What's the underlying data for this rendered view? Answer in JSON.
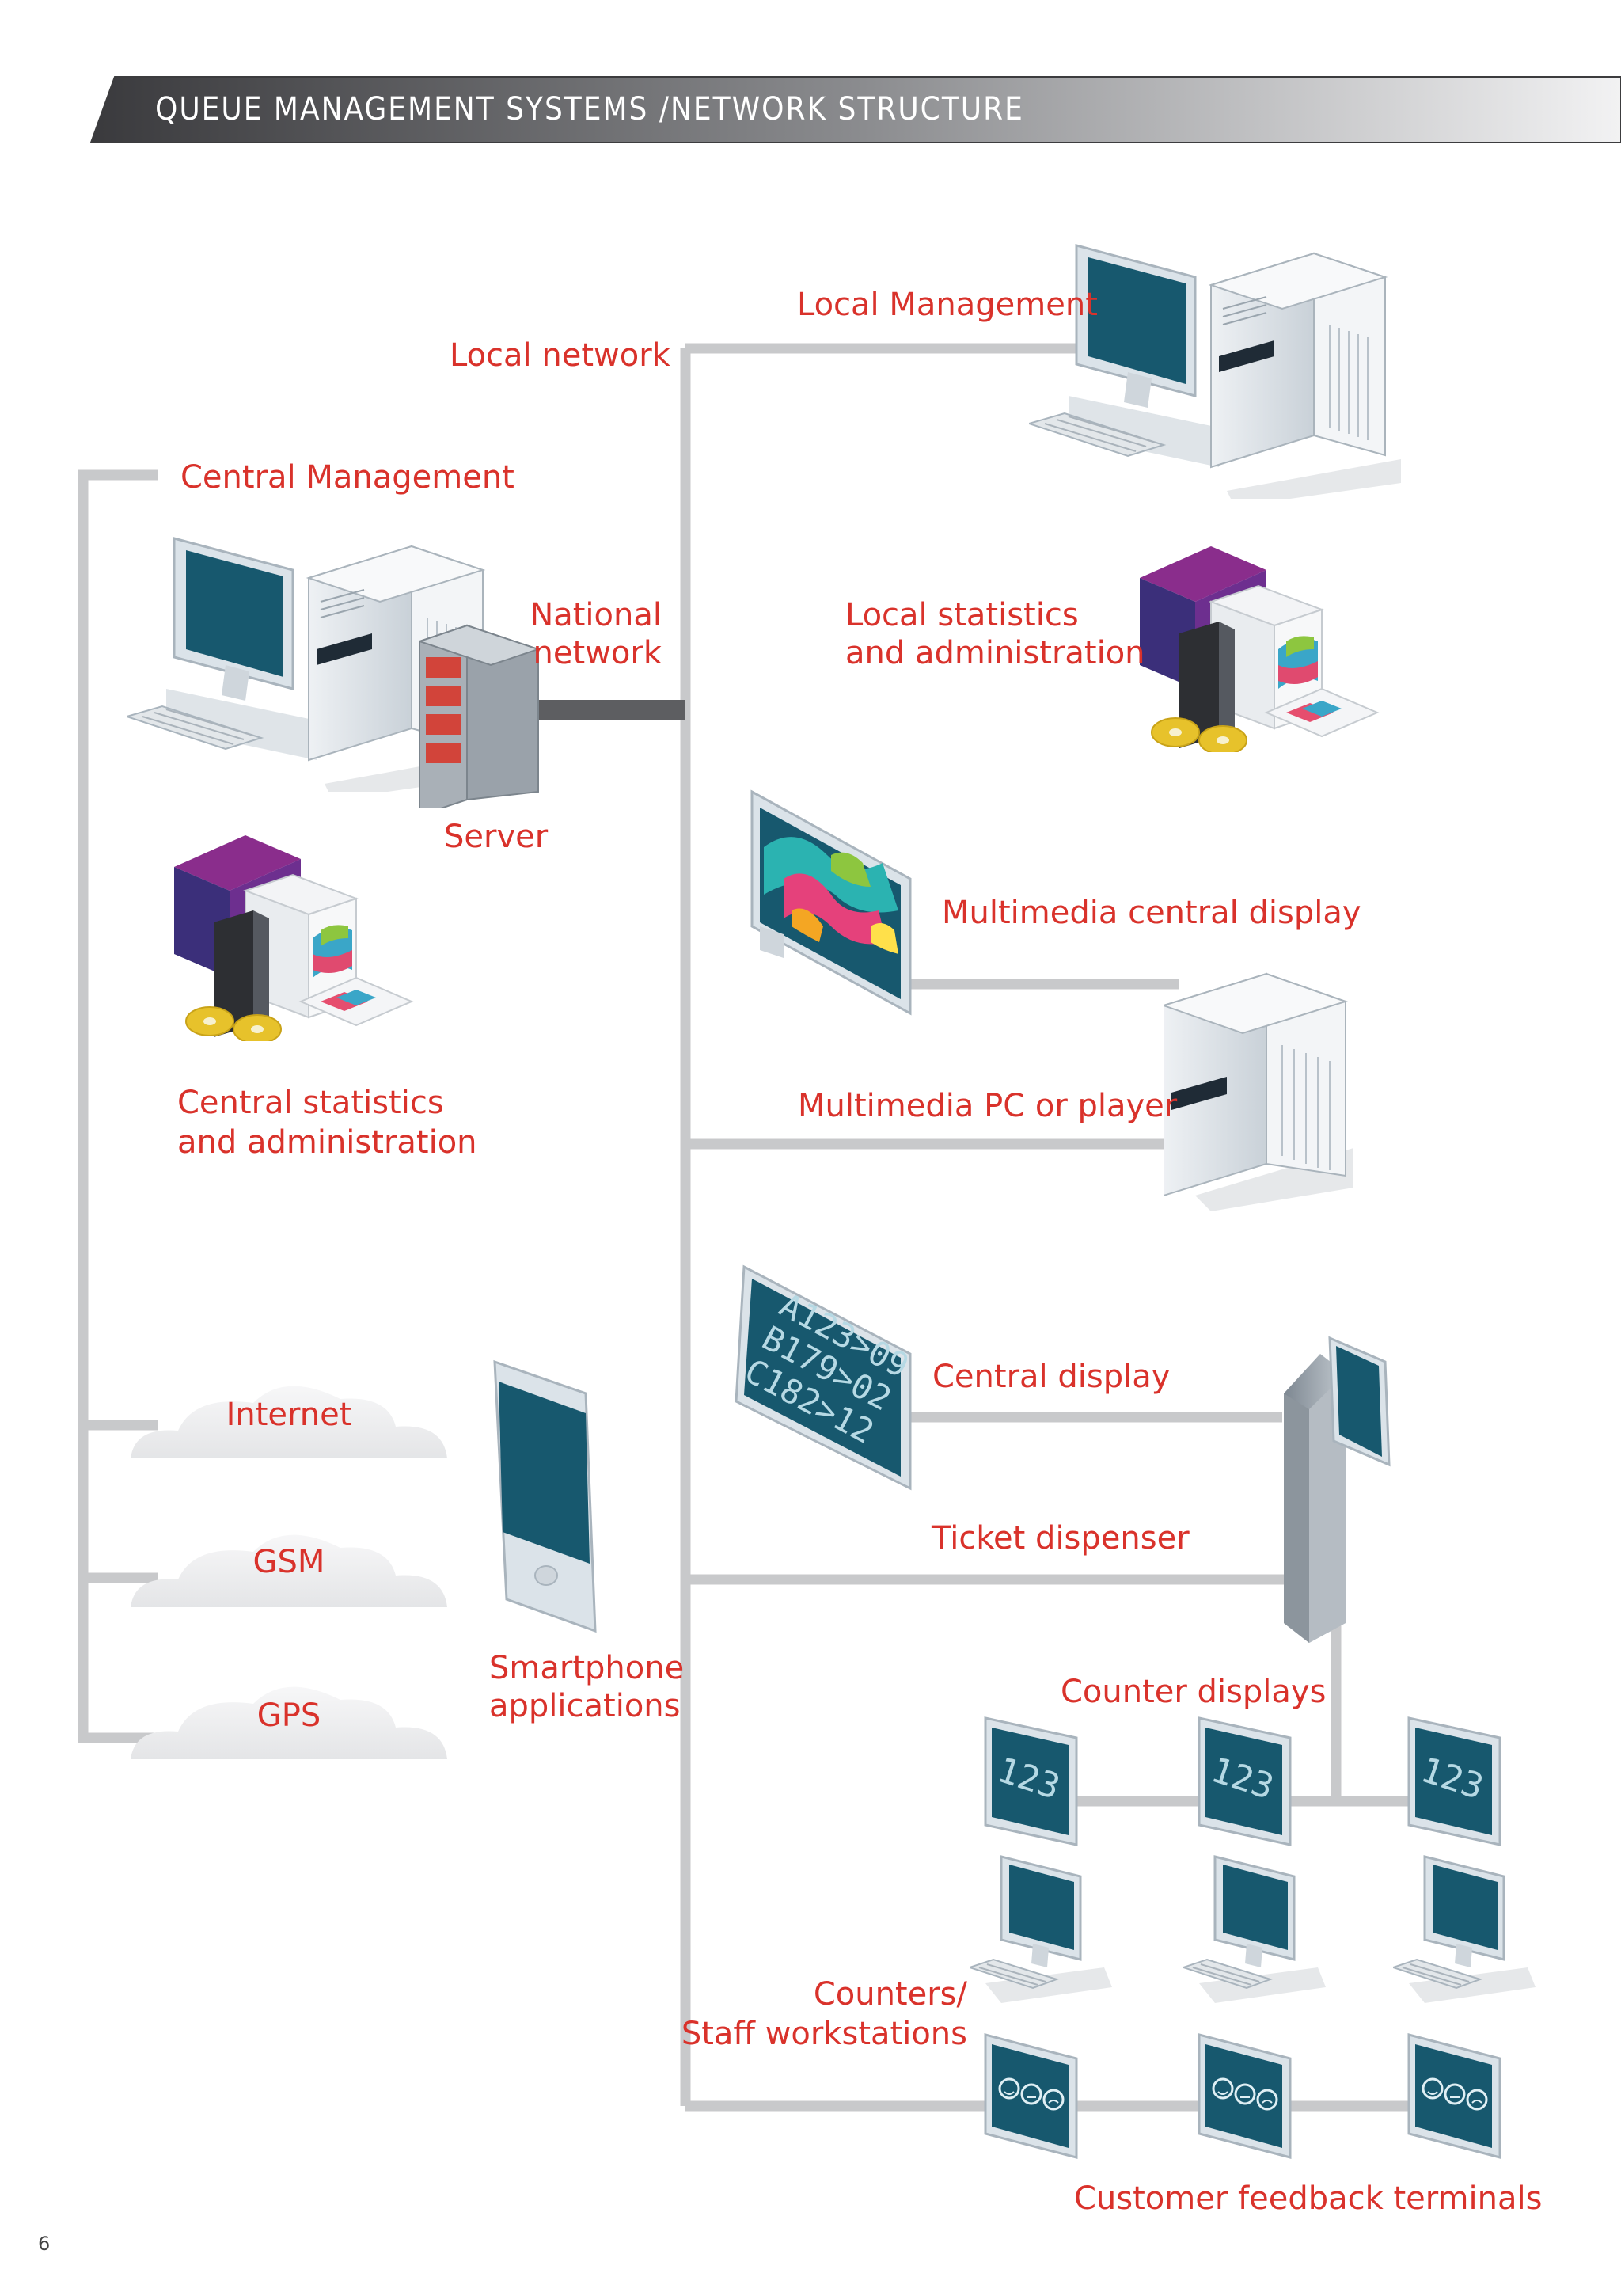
{
  "header": {
    "title": "QUEUE MANAGEMENT SYSTEMS /NETWORK STRUCTURE"
  },
  "labels": {
    "local_network": "Local network",
    "local_management": "Local Management",
    "central_management": "Central Management",
    "national_network_line1": "National",
    "national_network_line2": "network",
    "local_stats_line1": "Local statistics",
    "local_stats_line2": "and administration",
    "server": "Server",
    "multimedia_display": "Multimedia central display",
    "multimedia_pc": "Multimedia PC or player",
    "central_stats_line1": "Central statistics",
    "central_stats_line2": "and administration",
    "central_display": "Central display",
    "internet": "Internet",
    "gsm": "GSM",
    "gps": "GPS",
    "ticket_dispenser": "Ticket dispenser",
    "smartphone_line1": "Smartphone",
    "smartphone_line2": "applications",
    "counter_displays": "Counter displays",
    "counters_line1": "Counters/",
    "counters_line2": "Staff workstations",
    "feedback": "Customer feedback terminals"
  },
  "central_display_rows": [
    "A123>09",
    "B179>02",
    "C182>12"
  ],
  "counter_display_value": "123",
  "page_number": "6",
  "colors": {
    "label": "#d9322b",
    "line": "#c8c9cb",
    "national_line": "#5d5e61",
    "screen": "#17586e"
  }
}
